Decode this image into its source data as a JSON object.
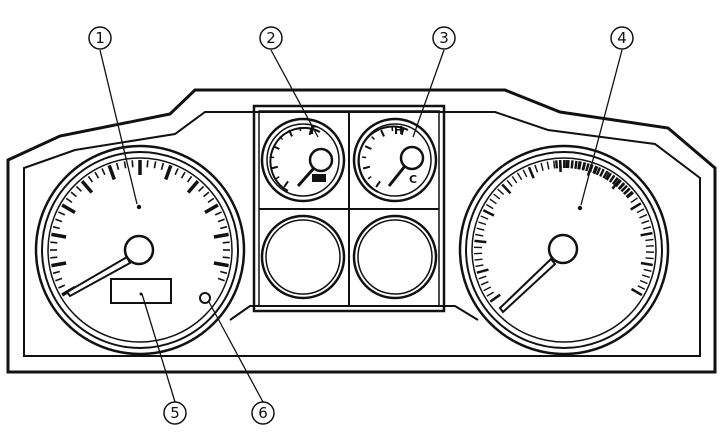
{
  "callouts": [
    {
      "id": "1",
      "label": "1"
    },
    {
      "id": "2",
      "label": "2"
    },
    {
      "id": "3",
      "label": "3"
    },
    {
      "id": "4",
      "label": "4"
    },
    {
      "id": "5",
      "label": "5"
    },
    {
      "id": "6",
      "label": "6"
    }
  ],
  "fuel_gauge": {
    "full_label": "F"
  },
  "temp_gauge": {
    "hot_label": "H",
    "cold_label": "C"
  },
  "colors": {
    "ink": "#111111",
    "paper": "#ffffff"
  }
}
